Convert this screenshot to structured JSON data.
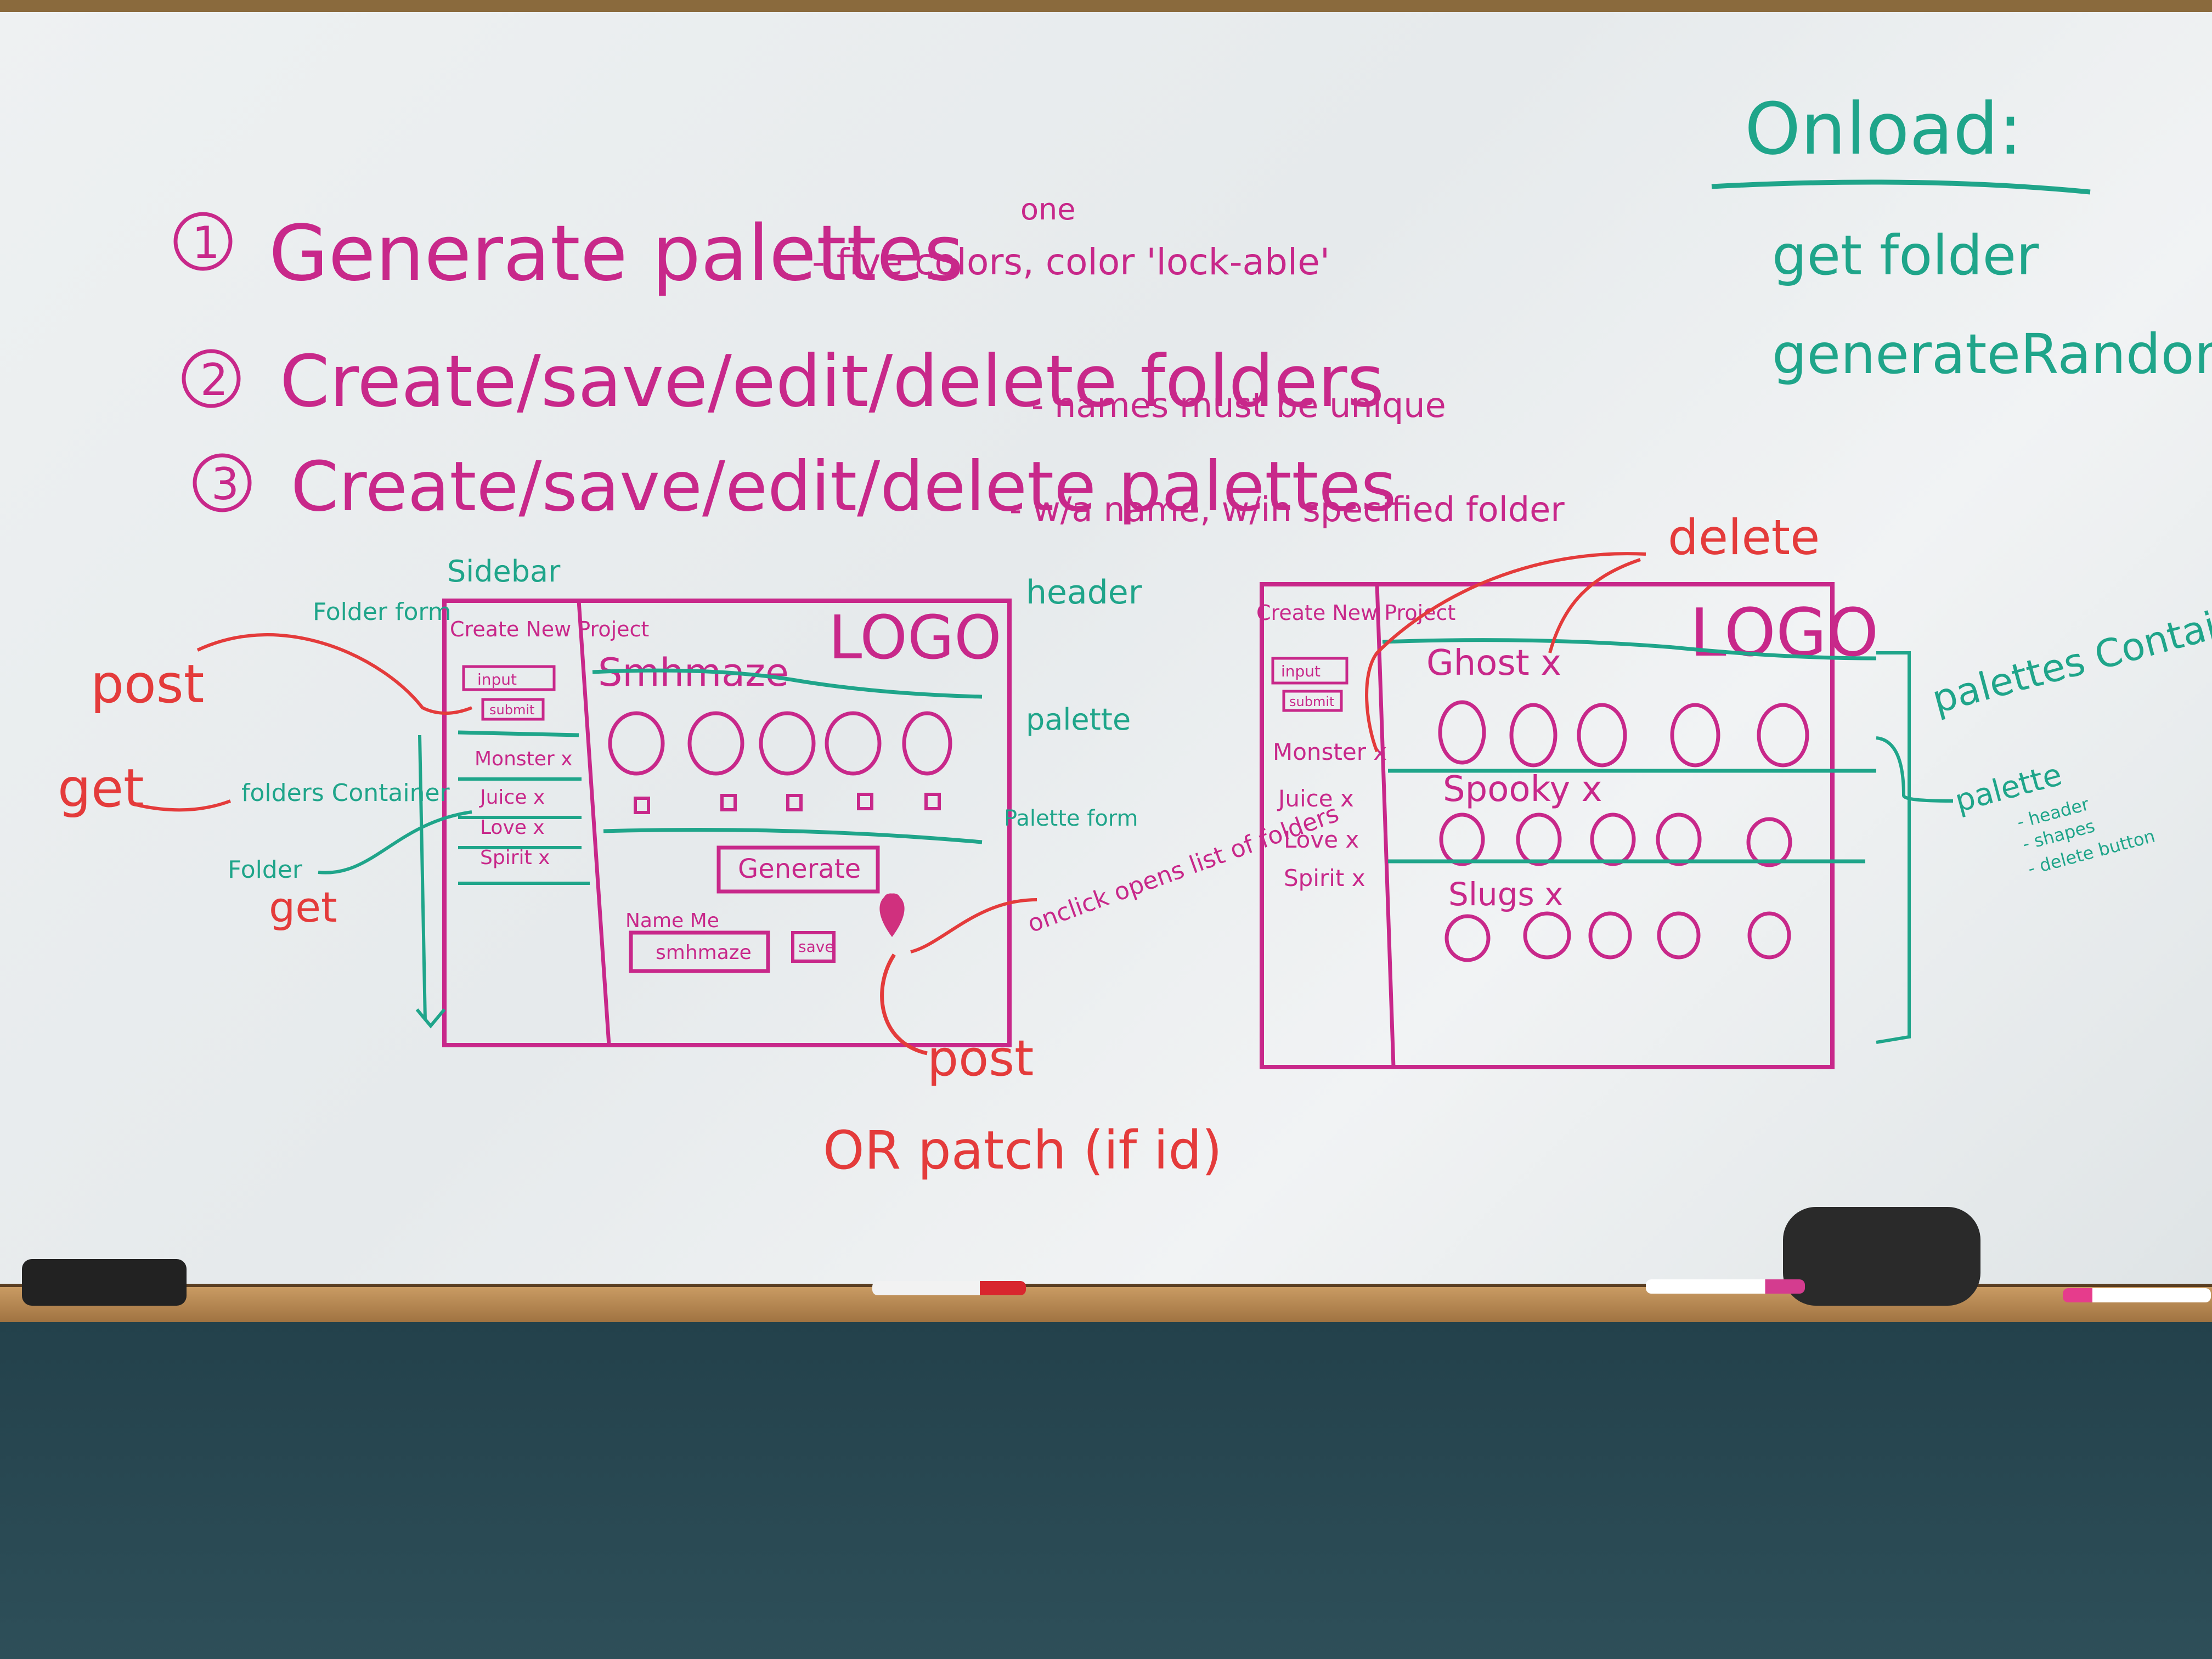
{
  "board": {
    "onload": {
      "title": "Onload:",
      "items": [
        "get folder",
        "generateRandom"
      ]
    },
    "requirements": [
      {
        "num": "1",
        "text": "Generate palettes",
        "note": "- five colors, color 'lock-able'",
        "insert": "one"
      },
      {
        "num": "2",
        "text": "Create/save/edit/delete folders",
        "note": "- names must be unique"
      },
      {
        "num": "3",
        "text": "Create/save/edit/delete palettes",
        "note": "- w/a name, w/in specified folder"
      }
    ],
    "left_sketch": {
      "sidebar_label": "Sidebar",
      "form_title": "Create New Project",
      "input": "input",
      "submit": "submit",
      "folders": [
        "Monster x",
        "Juice x",
        "Love x",
        "Spirit x"
      ],
      "logo": "LOGO",
      "palette_name": "Smhmaze",
      "generate": "Generate",
      "name_me": "Name Me",
      "name_value": "smhmaze",
      "save": "save"
    },
    "left_annotations": {
      "folder_form": "Folder form",
      "post": "post",
      "get": "get",
      "folders_container": "folders Container",
      "folder": "Folder",
      "get2": "get",
      "header": "header",
      "palette": "palette",
      "palette_form": "Palette form",
      "onclick": "onclick opens list of folders",
      "post2": "post",
      "or_patch": "OR patch (if id)"
    },
    "right_sketch": {
      "form_title": "Create New Project",
      "input": "input",
      "submit": "submit",
      "folders": [
        "Monster x",
        "Juice x",
        "Love x",
        "Spirit x"
      ],
      "logo": "LOGO",
      "palettes": [
        "Ghost x",
        "Spooky x",
        "Slugs x"
      ]
    },
    "right_annotations": {
      "delete": "delete",
      "palettes_container": "palettes Container",
      "palette": "palette",
      "palette_items": [
        "- header",
        "- shapes",
        "- delete button"
      ]
    }
  },
  "colors": {
    "pink": "#c8288a",
    "teal": "#1fa58a",
    "red": "#e43b3b",
    "board": "#eef1f2",
    "wall": "#2c4b55",
    "tray": "#b8874f"
  }
}
